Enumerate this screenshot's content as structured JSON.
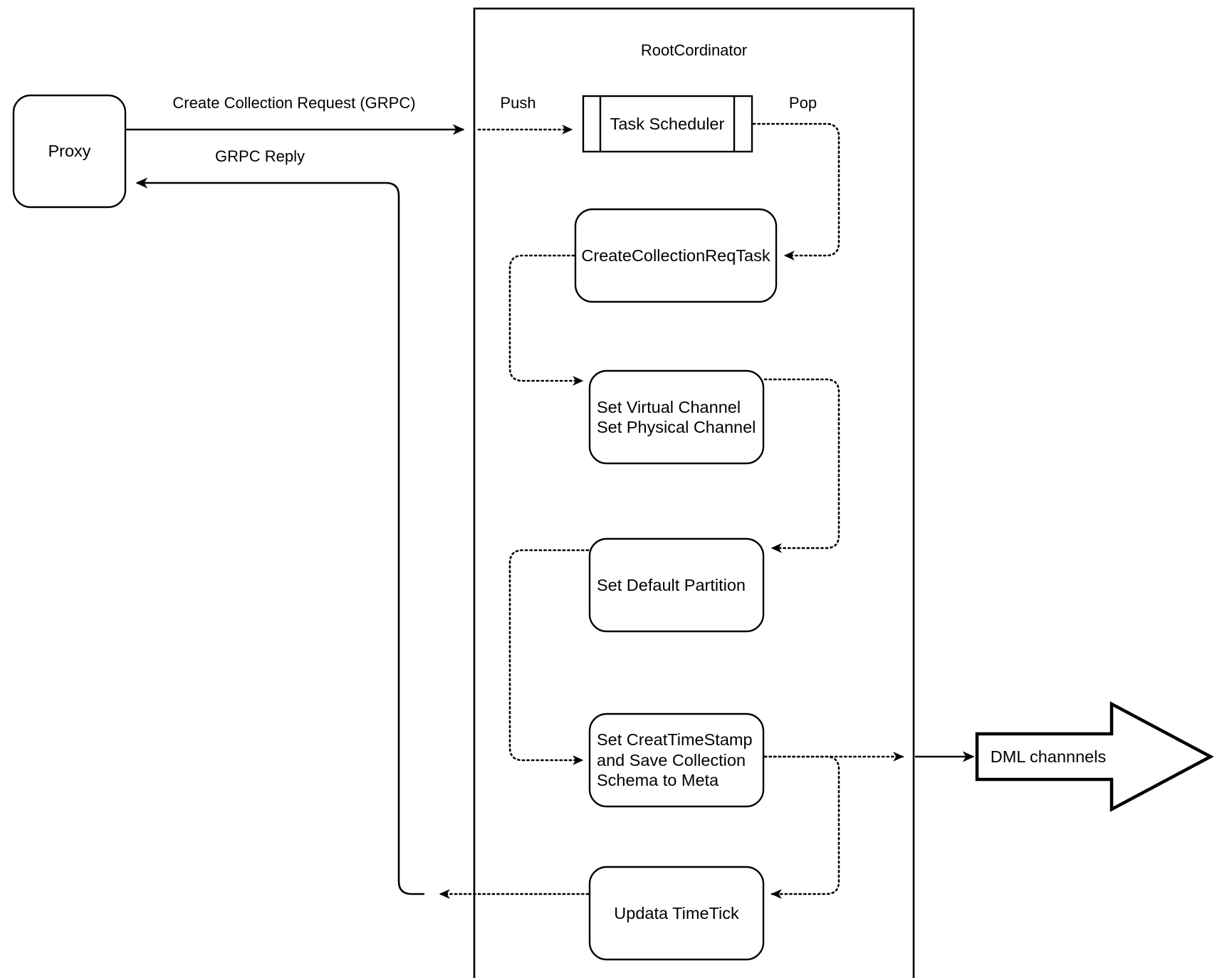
{
  "diagram": {
    "title_container": "RootCordinator",
    "external_nodes": {
      "proxy": "Proxy",
      "dml_channels": "DML channnels"
    },
    "nodes": [
      {
        "id": "task-scheduler",
        "label": "Task Scheduler",
        "shape": "queue"
      },
      {
        "id": "create-collection-req-task",
        "label": "CreateCollectionReqTask",
        "shape": "rounded-rect"
      },
      {
        "id": "set-virtual-physical-channel",
        "label": "Set Virtual Channel\nSet Physical Channel",
        "shape": "rounded-rect"
      },
      {
        "id": "set-default-partition",
        "label": "Set Default Partition",
        "shape": "rounded-rect"
      },
      {
        "id": "set-creat-timestamp",
        "label": "Set CreatTimeStamp\nand Save Collection\nSchema to Meta",
        "shape": "rounded-rect"
      },
      {
        "id": "updata-timetick",
        "label": "Updata TimeTick",
        "shape": "rounded-rect"
      }
    ],
    "edge_labels": {
      "create_collection_request": "Create Collection Request (GRPC)",
      "grpc_reply": "GRPC Reply",
      "push": "Push",
      "pop": "Pop"
    },
    "colors": {
      "stroke": "#000000",
      "fill": "#ffffff",
      "text": "#000000"
    }
  }
}
